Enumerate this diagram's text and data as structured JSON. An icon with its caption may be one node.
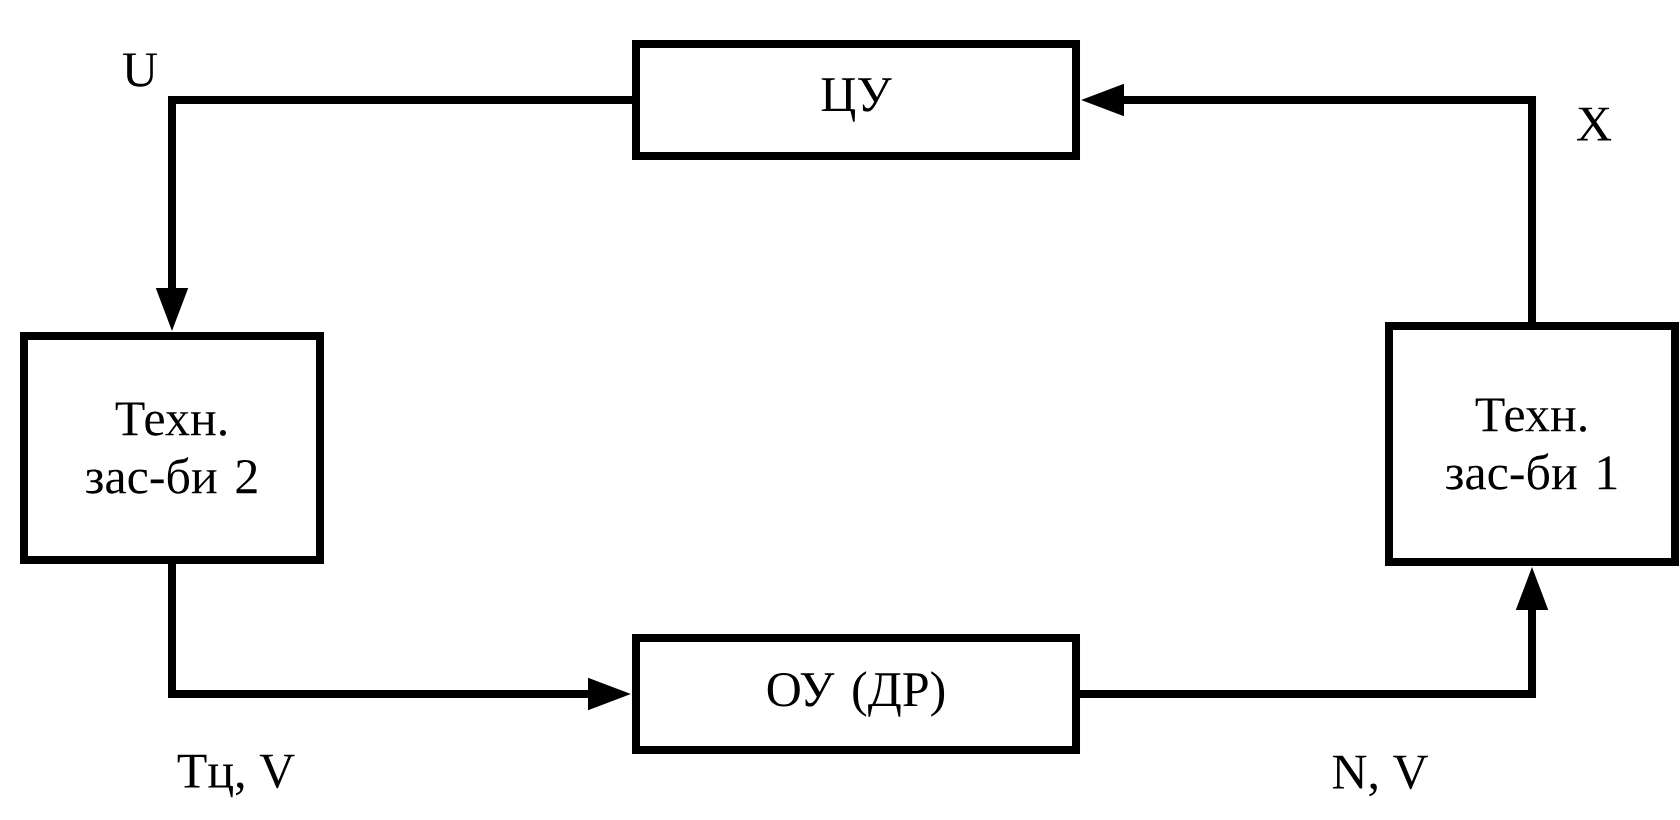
{
  "diagram": {
    "nodes": [
      {
        "text": [
          "ЦУ"
        ]
      },
      {
        "text": [
          "Техн. зас-би 2"
        ]
      },
      {
        "text": [
          "ОУ (ДР)"
        ]
      },
      {
        "text": [
          "Техн. зас-би 1"
        ]
      }
    ],
    "edges": [
      {
        "from": 0,
        "to": 1,
        "arrow": "to",
        "label": "U"
      },
      {
        "from": 1,
        "to": 2,
        "arrow": "to",
        "label": "Тц, V"
      },
      {
        "from": 2,
        "to": 3,
        "arrow": "to",
        "label": "N, V"
      },
      {
        "from": 3,
        "to": 0,
        "arrow": "to",
        "label": "X"
      }
    ]
  }
}
